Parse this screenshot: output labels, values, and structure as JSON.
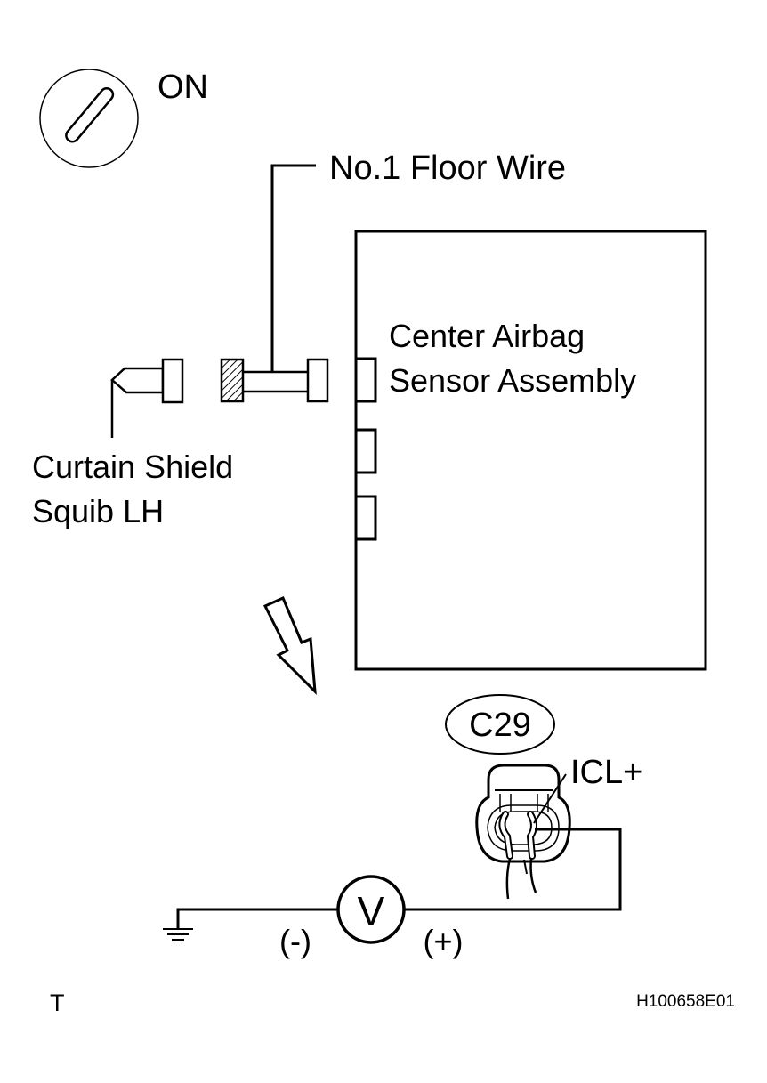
{
  "ignition": {
    "state_label": "ON"
  },
  "labels": {
    "floor_wire": "No.1 Floor Wire",
    "sensor_line1": "Center Airbag",
    "sensor_line2": "Sensor Assembly",
    "squib_line1": "Curtain Shield",
    "squib_line2": "Squib LH"
  },
  "connector": {
    "id": "C29",
    "terminal": "ICL+"
  },
  "meter": {
    "symbol": "V",
    "neg_label": "(-)",
    "pos_label": "(+)"
  },
  "footer": {
    "left_mark": "T",
    "figure_code": "H100658E01"
  }
}
